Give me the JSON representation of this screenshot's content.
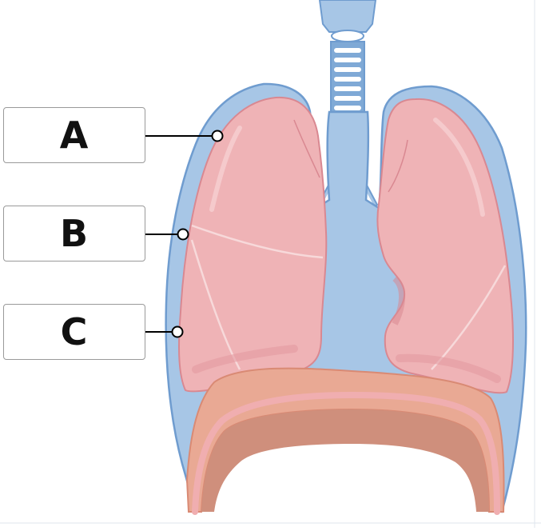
{
  "labels": [
    {
      "id": "A",
      "text": "A"
    },
    {
      "id": "B",
      "text": "B"
    },
    {
      "id": "C",
      "text": "C"
    }
  ],
  "colors": {
    "pleura_outer": "#a7c6e6",
    "pleura_stroke": "#6f9ccf",
    "lung_fill": "#efb3b6",
    "lung_stroke": "#d98891",
    "fissure": "#f7d9da",
    "diaphragm_top": "#e9a994",
    "diaphragm_body": "#cf8f7c",
    "diaphragm_rim": "#f0aeb0",
    "trachea_fill": "#ffffff",
    "trachea_ring": "#7fa9d6",
    "leader_line": "#000000"
  }
}
